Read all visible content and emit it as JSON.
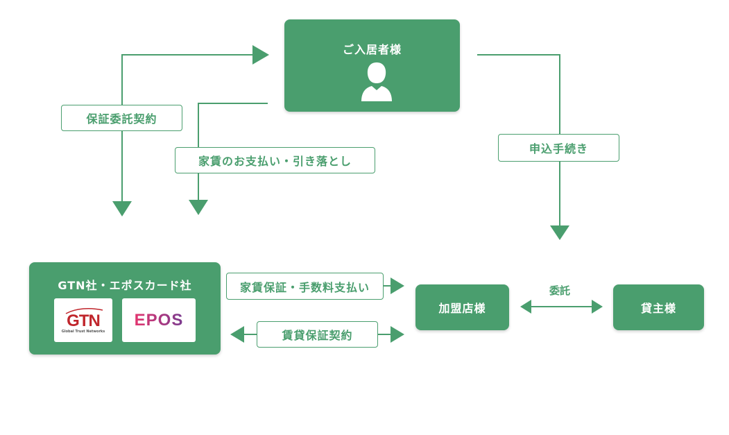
{
  "nodes": {
    "tenant": "ご入居者様",
    "gtn_epos": "GTN社・エポスカード社",
    "member_store": "加盟店様",
    "landlord": "貸主様"
  },
  "labels": {
    "guarantee_contract": "保証委託契約",
    "rent_payment": "家賃のお支払い・引き落とし",
    "application": "申込手続き",
    "rent_guarantee_fee": "家賃保証・手数料支払い",
    "lease_guarantee_contract": "賃貸保証契約",
    "commission": "委託"
  },
  "logos": {
    "gtn_text": "GTN",
    "gtn_sub": "Global Trust Networks",
    "epos_text": "EPOS"
  },
  "colors": {
    "primary": "#4a9e6e",
    "gtn_red": "#c0262c",
    "epos_purple": "#7a3b8f"
  }
}
